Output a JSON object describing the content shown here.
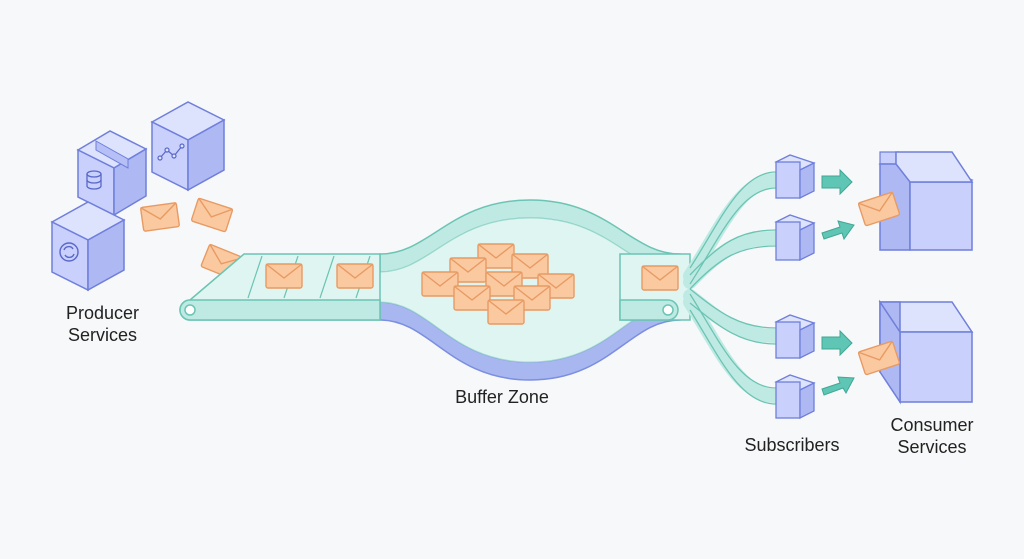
{
  "labels": {
    "producer_line1": "Producer",
    "producer_line2": "Services",
    "buffer": "Buffer Zone",
    "subscribers": "Subscribers",
    "consumer_line1": "Consumer",
    "consumer_line2": "Services"
  },
  "colors": {
    "background": "#f7f8f9",
    "cube_front": "#c9d0fb",
    "cube_top": "#dde2fd",
    "cube_side": "#aeb8f2",
    "cube_stroke": "#6f7fdb",
    "belt_fill": "#bfeae3",
    "belt_stroke": "#6cc4b4",
    "belt_inner": "#dff5f1",
    "buffer_lower": "#a8b7ef",
    "envelope_fill": "#fbc9a0",
    "envelope_stroke": "#e89a63",
    "arrow": "#5fc5b4",
    "text": "#222222"
  },
  "icons": [
    "database-icon",
    "network-icon",
    "refresh-icon",
    "envelope-icon",
    "arrow-right-icon"
  ]
}
